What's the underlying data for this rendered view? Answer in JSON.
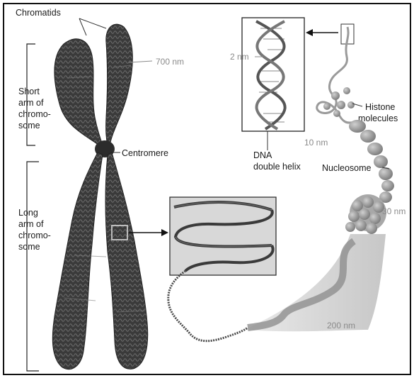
{
  "labels": {
    "chromatids": "Chromatids",
    "short_arm": [
      "Short",
      "arm of",
      "chromo-",
      "some"
    ],
    "long_arm": [
      "Long",
      "arm of",
      "chromo-",
      "some"
    ],
    "centromere": "Centromere",
    "dna": [
      "DNA",
      "double helix"
    ],
    "histone": [
      "Histone",
      "molecules"
    ],
    "nucleosome": "Nucleosome"
  },
  "measurements": {
    "chromatid_width": "700 nm",
    "helix_width": "2 nm",
    "fiber_10": "10 nm",
    "fiber_30": "30 nm",
    "loop_200": "200 nm"
  },
  "colors": {
    "frame": "#111111",
    "chromosome": "#3a3a3a",
    "chromosome_band": "#6a6a6a",
    "bead": "#9a9a9a",
    "bead_light": "#c4c4c4",
    "cone": "#d2d2d2",
    "helix": "#555555",
    "leader": "#333333"
  }
}
